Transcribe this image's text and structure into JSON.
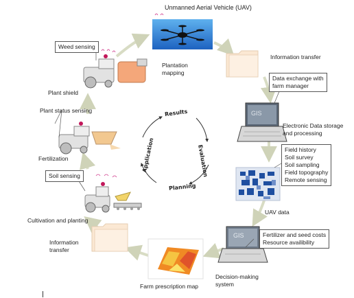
{
  "title": "Unmanned Aerial Vehicle (UAV)",
  "labels": {
    "information_transfer_top": "Information transfer",
    "electronic_storage": [
      "Electronic Data storage",
      "and processing"
    ],
    "uav_data": "UAV data",
    "decision_system": [
      "Decision-making",
      "system"
    ],
    "farm_map": "Farm prescription map",
    "information_transfer_left": [
      "Information",
      "transfer"
    ],
    "cultivation": "Cultivation and planting",
    "fertilization": "Fertilization",
    "plant_status": "Plant status sensing",
    "plant_shield": "Plant shield",
    "plantation_mapping": [
      "Plantation",
      "mapping"
    ]
  },
  "boxes": {
    "weed_sensing": "Weed sensing",
    "soil_sensing": "Soil sensing",
    "data_exchange": [
      "Data exchange with",
      "farm manager"
    ],
    "field_list": [
      "Field history",
      "Soil survey",
      "Soil sampling",
      "Field topography",
      "Remote sensing"
    ],
    "costs": [
      "Fertilizer and seed costs",
      "Resource availibility"
    ]
  },
  "screen_text": "GIS",
  "cycle": {
    "results": "Results",
    "evaluation": "Evaluation",
    "planning": "Planning",
    "application": "Application"
  },
  "colors": {
    "arrow": "#d8dcc4",
    "sky": "#2f7fd6",
    "tractor_body": "#e2e2e2",
    "attachment_orange": "#f4a77a",
    "hopper": "#f2c890",
    "heatmap_blue": "#1f4fa0",
    "heatmap_orange": "#f08a24"
  }
}
